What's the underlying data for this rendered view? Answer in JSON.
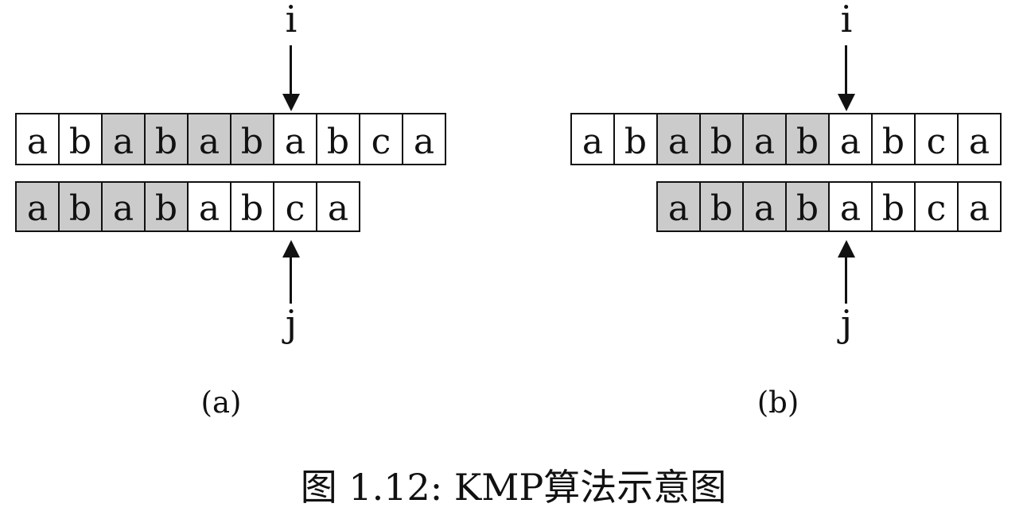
{
  "figure_caption": "图 1.12: KMP算法示意图",
  "figures": {
    "a": {
      "label": "(a)",
      "top_pointer_label": "i",
      "bottom_pointer_label": "j",
      "text_row": [
        "a",
        "b",
        "a",
        "b",
        "a",
        "b",
        "a",
        "b",
        "c",
        "a"
      ],
      "text_row_shaded_indices": [
        2,
        3,
        4,
        5
      ],
      "pattern_row": [
        "a",
        "b",
        "a",
        "b",
        "a",
        "b",
        "c",
        "a"
      ],
      "pattern_row_shaded_indices": [
        0,
        1,
        2,
        3
      ],
      "pattern_offset_cells": 0
    },
    "b": {
      "label": "(b)",
      "top_pointer_label": "i",
      "bottom_pointer_label": "j",
      "text_row": [
        "a",
        "b",
        "a",
        "b",
        "a",
        "b",
        "a",
        "b",
        "c",
        "a"
      ],
      "text_row_shaded_indices": [
        2,
        3,
        4,
        5
      ],
      "pattern_row": [
        "a",
        "b",
        "a",
        "b",
        "a",
        "b",
        "c",
        "a"
      ],
      "pattern_row_shaded_indices": [
        0,
        1,
        2,
        3
      ],
      "pattern_offset_cells": 2
    }
  },
  "colors": {
    "background": "#ffffff",
    "shaded_cell": "#cbcbcb",
    "line": "#111111"
  }
}
